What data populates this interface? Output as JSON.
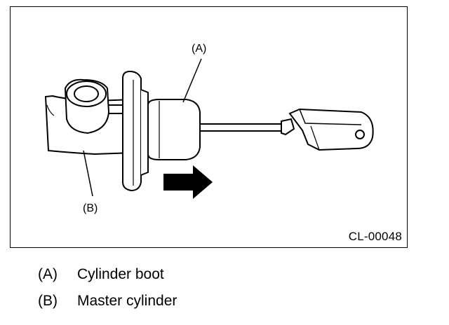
{
  "figure": {
    "code": "CL-00048",
    "callouts": {
      "a": "(A)",
      "b": "(B)"
    }
  },
  "legend": [
    {
      "key": "(A)",
      "text": "Cylinder boot"
    },
    {
      "key": "(B)",
      "text": "Master cylinder"
    }
  ]
}
